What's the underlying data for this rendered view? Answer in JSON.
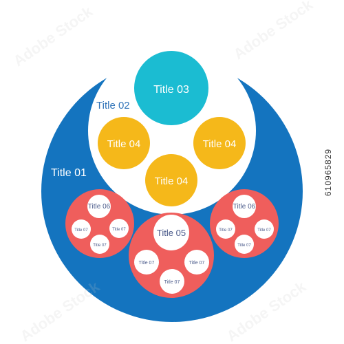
{
  "colors": {
    "outer_blue": "#1474bf",
    "cream": "#ffffff",
    "cyan": "#1bbcd2",
    "yellow": "#f5b81a",
    "coral": "#ef5e5c",
    "small_text": "#4a5a8a",
    "title02_text": "#2f73b8"
  },
  "labels": {
    "title01": "Title 01",
    "title02": "Title 02",
    "title03": "Title 03",
    "title04": "Title 04",
    "title05": "Title 05",
    "title06": "Title 06",
    "title07": "Title 07"
  },
  "stock_id": "610965829",
  "watermark": "Adobe Stock"
}
